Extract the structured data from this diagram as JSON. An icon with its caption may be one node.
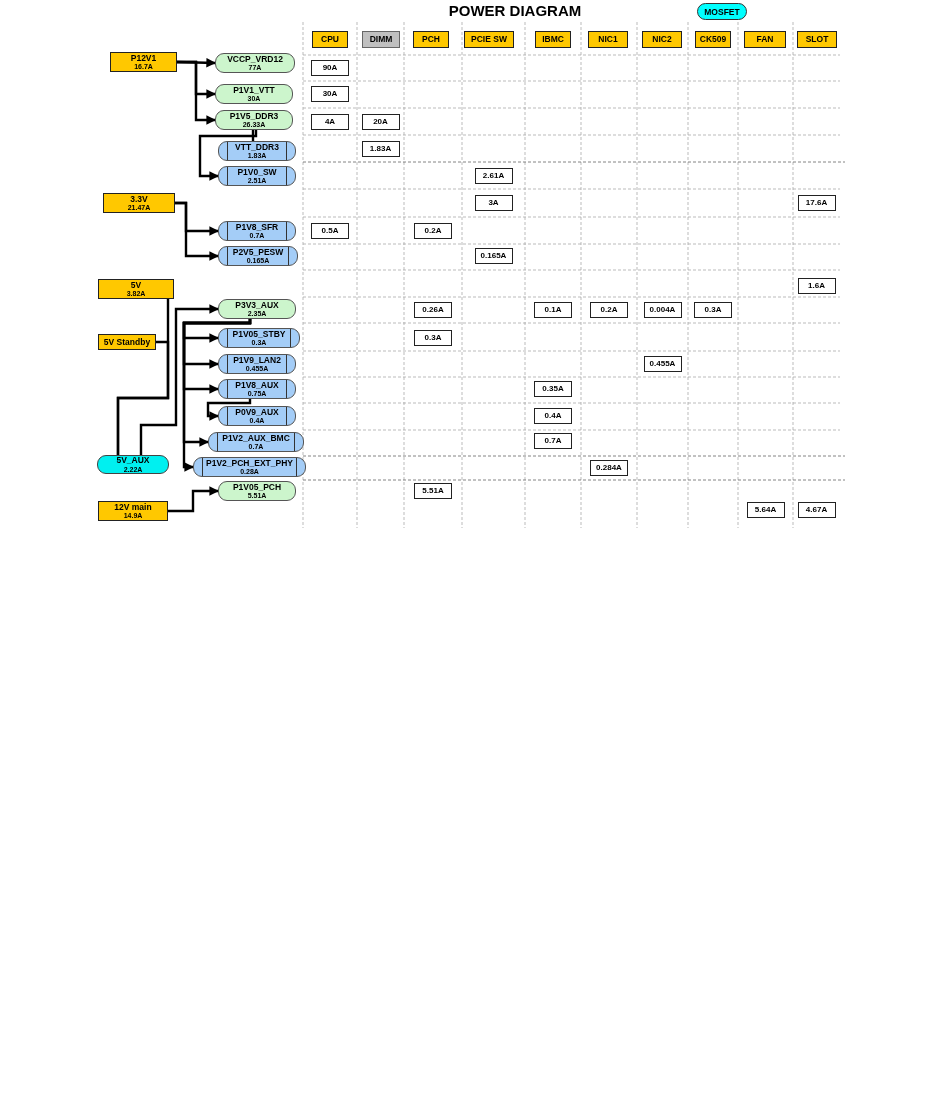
{
  "diagram": {
    "title": "POWER DIAGRAM",
    "nodes": [
      {
        "text": [
          "P12V1",
          "16.7A"
        ]
      },
      {
        "text": [
          "VCCP_VRD12",
          "77A"
        ]
      },
      {
        "text": [
          "P1V1_VTT",
          "30A"
        ]
      },
      {
        "text": [
          "P1V5_DDR3",
          "26.33A"
        ]
      },
      {
        "text": [
          "VTT_DDR3",
          "1.83A"
        ]
      },
      {
        "text": [
          "P1V0_SW",
          "2.51A"
        ]
      },
      {
        "text": [
          "3.3V",
          "21.47A"
        ]
      },
      {
        "text": [
          "P1V8_SFR",
          "0.7A"
        ]
      },
      {
        "text": [
          "P2V5_PESW",
          "0.165A"
        ]
      },
      {
        "text": [
          "5V",
          "3.82A"
        ]
      },
      {
        "text": [
          "5V Standby"
        ]
      },
      {
        "text": [
          "P3V3_AUX",
          "2.35A"
        ]
      },
      {
        "text": [
          "P1V05_STBY",
          "0.3A"
        ]
      },
      {
        "text": [
          "P1V9_LAN2",
          "0.455A"
        ]
      },
      {
        "text": [
          "P1V8_AUX",
          "0.75A"
        ]
      },
      {
        "text": [
          "P0V9_AUX",
          "0.4A"
        ]
      },
      {
        "text": [
          "P1V2_AUX_BMC",
          "0.7A"
        ]
      },
      {
        "text": [
          "P1V2_PCH_EXT_PHY",
          "0.28A"
        ]
      },
      {
        "text": [
          "5V_AUX",
          "2.22A"
        ]
      },
      {
        "text": [
          "P1V05_PCH",
          "5.51A"
        ]
      },
      {
        "text": [
          "12V main",
          "14.9A"
        ]
      },
      {
        "text": [
          "CPU"
        ]
      },
      {
        "text": [
          "DIMM"
        ]
      },
      {
        "text": [
          "PCH"
        ]
      },
      {
        "text": [
          "PCIE SW"
        ]
      },
      {
        "text": [
          "IBMC"
        ]
      },
      {
        "text": [
          "NIC1"
        ]
      },
      {
        "text": [
          "NIC2"
        ]
      },
      {
        "text": [
          "CK509"
        ]
      },
      {
        "text": [
          "FAN"
        ]
      },
      {
        "text": [
          "SLOT"
        ]
      },
      {
        "text": [
          "90A"
        ]
      },
      {
        "text": [
          "30A"
        ]
      },
      {
        "text": [
          "4A"
        ]
      },
      {
        "text": [
          "20A"
        ]
      },
      {
        "text": [
          "1.83A"
        ]
      },
      {
        "text": [
          "2.61A"
        ]
      },
      {
        "text": [
          "3A"
        ]
      },
      {
        "text": [
          "17.6A"
        ]
      },
      {
        "text": [
          "0.5A"
        ]
      },
      {
        "text": [
          "0.2A"
        ]
      },
      {
        "text": [
          "0.165A"
        ]
      },
      {
        "text": [
          "1.6A"
        ]
      },
      {
        "text": [
          "0.26A"
        ]
      },
      {
        "text": [
          "0.1A"
        ]
      },
      {
        "text": [
          "0.2A"
        ]
      },
      {
        "text": [
          "0.004A"
        ]
      },
      {
        "text": [
          "0.3A"
        ]
      },
      {
        "text": [
          "0.3A"
        ]
      },
      {
        "text": [
          "0.455A"
        ]
      },
      {
        "text": [
          "0.35A"
        ]
      },
      {
        "text": [
          "0.4A"
        ]
      },
      {
        "text": [
          "0.7A"
        ]
      },
      {
        "text": [
          "0.284A"
        ]
      },
      {
        "text": [
          "5.51A"
        ]
      },
      {
        "text": [
          "5.64A"
        ]
      },
      {
        "text": [
          "4.67A"
        ]
      }
    ],
    "edges": [
      {
        "from": 0,
        "to": 1,
        "arrow": "to"
      },
      {
        "from": 0,
        "to": 2,
        "arrow": "to"
      },
      {
        "from": 0,
        "to": 3,
        "arrow": "to"
      },
      {
        "from": 3,
        "to": 4,
        "arrow": "none"
      },
      {
        "from": 3,
        "to": 5,
        "arrow": "to"
      },
      {
        "from": 6,
        "to": 7,
        "arrow": "to"
      },
      {
        "from": 6,
        "to": 8,
        "arrow": "to"
      },
      {
        "from": 9,
        "to": 18,
        "arrow": "none"
      },
      {
        "from": 10,
        "to": 18,
        "arrow": "none"
      },
      {
        "from": 18,
        "to": 11,
        "arrow": "to"
      },
      {
        "from": 11,
        "to": 12,
        "arrow": "to"
      },
      {
        "from": 11,
        "to": 13,
        "arrow": "to"
      },
      {
        "from": 11,
        "to": 14,
        "arrow": "to"
      },
      {
        "from": 11,
        "to": 16,
        "arrow": "to"
      },
      {
        "from": 11,
        "to": 17,
        "arrow": "to"
      },
      {
        "from": 14,
        "to": 15,
        "arrow": "to"
      },
      {
        "from": 20,
        "to": 19,
        "arrow": "to"
      }
    ],
    "legend": [
      {
        "text": "MOSFET",
        "color": "#00ffff"
      }
    ]
  }
}
